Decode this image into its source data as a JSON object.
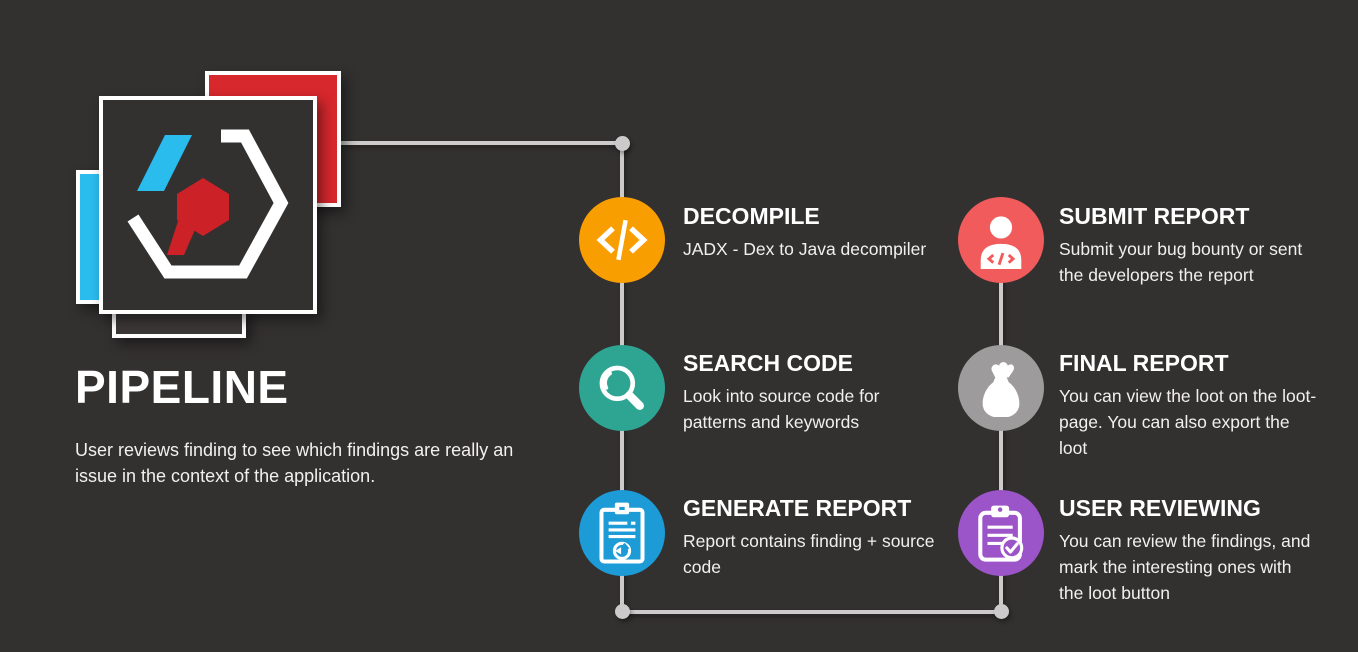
{
  "background_color": "#333030",
  "connector_color": "#CCCACA",
  "header": {
    "title": "PIPELINE",
    "subtitle": "User reviews finding to see which findings are really an issue in the context of the application."
  },
  "logo": {
    "description": "layered squares with hexagonal code logo",
    "colors": {
      "red": "#D7282D",
      "cyan": "#2BBCEE",
      "glyph_red": "#CC2127",
      "white": "#FFFFFF",
      "dark": "#333030"
    }
  },
  "steps": [
    {
      "title": "DECOMPILE",
      "description": "JADX - Dex to Java decompiler",
      "color": "#F99E00",
      "icon": "code-icon"
    },
    {
      "title": "SEARCH CODE",
      "description": "Look into source code for patterns and keywords",
      "color": "#2EA593",
      "icon": "magnifier-icon"
    },
    {
      "title": "GENERATE REPORT",
      "description": "Report contains finding + source code",
      "color": "#1C9BD6",
      "icon": "report-clipboard-icon"
    },
    {
      "title": "SUBMIT REPORT",
      "description": "Submit your bug bounty or sent the developers the report",
      "color": "#F15B5B",
      "icon": "person-code-icon"
    },
    {
      "title": "FINAL REPORT",
      "description": "You can view the loot on the loot-page. You can also export the loot",
      "color": "#9D9B9B",
      "icon": "loot-bag-icon"
    },
    {
      "title": "USER REVIEWING",
      "description": "You can review the findings, and mark the interesting ones with the loot button",
      "color": "#9C55C8",
      "icon": "clipboard-check-icon"
    }
  ]
}
